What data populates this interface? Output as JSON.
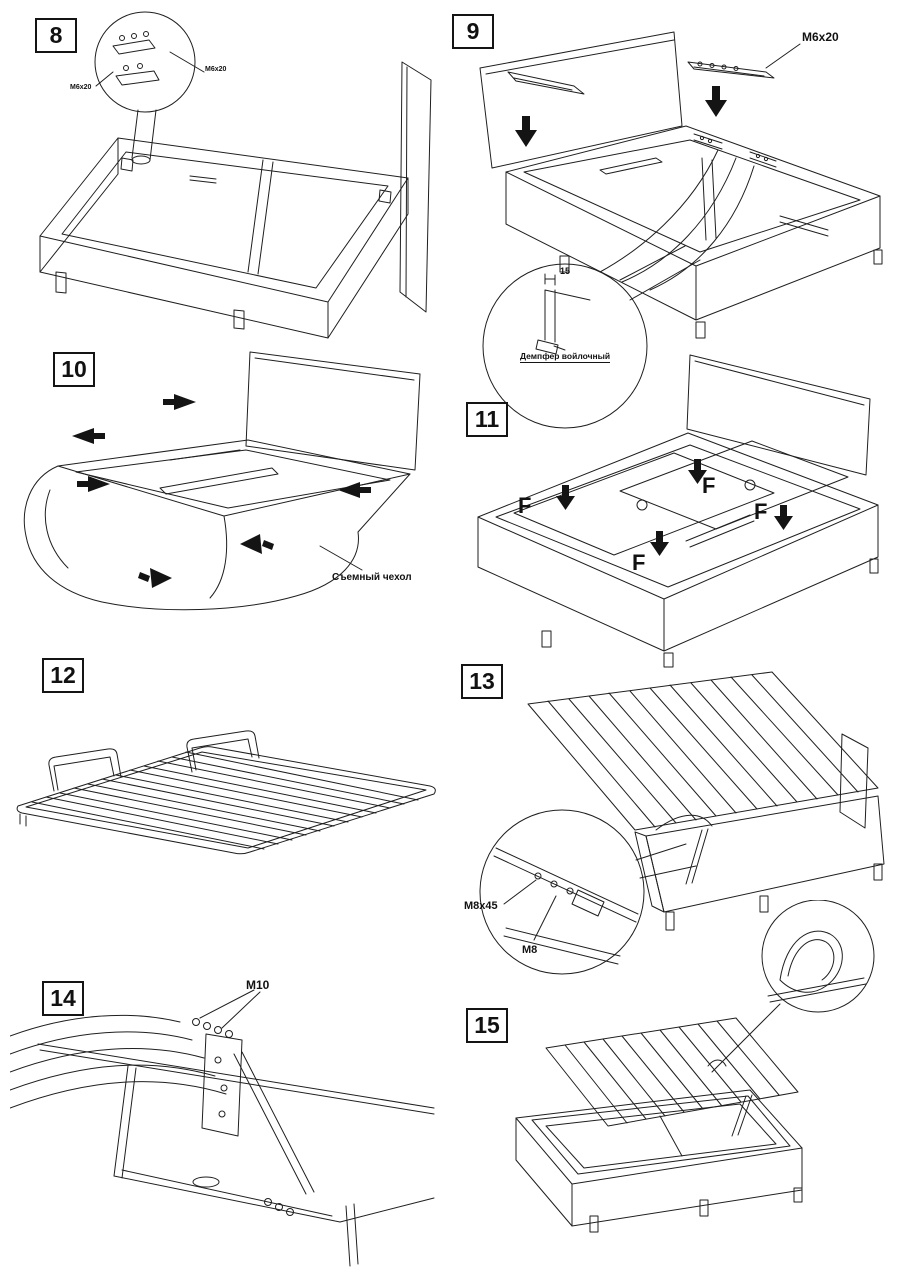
{
  "sheet": {
    "steps": {
      "s8": {
        "number": "8",
        "bolt_label_left": "M6x20",
        "bolt_label_right": "M6x20"
      },
      "s9": {
        "number": "9",
        "bolt_label": "M6x20",
        "dimension": "15",
        "damper_label": "Демпфер войлочный"
      },
      "s10": {
        "number": "10",
        "cover_label": "Съемный чехол"
      },
      "s11": {
        "number": "11",
        "f1": "F",
        "f2": "F",
        "f3": "F",
        "f4": "F"
      },
      "s12": {
        "number": "12"
      },
      "s13": {
        "number": "13",
        "bolt_label_1": "M8x45",
        "bolt_label_2": "M8"
      },
      "s14": {
        "number": "14",
        "bolt_label": "M10"
      },
      "s15": {
        "number": "15"
      }
    }
  }
}
